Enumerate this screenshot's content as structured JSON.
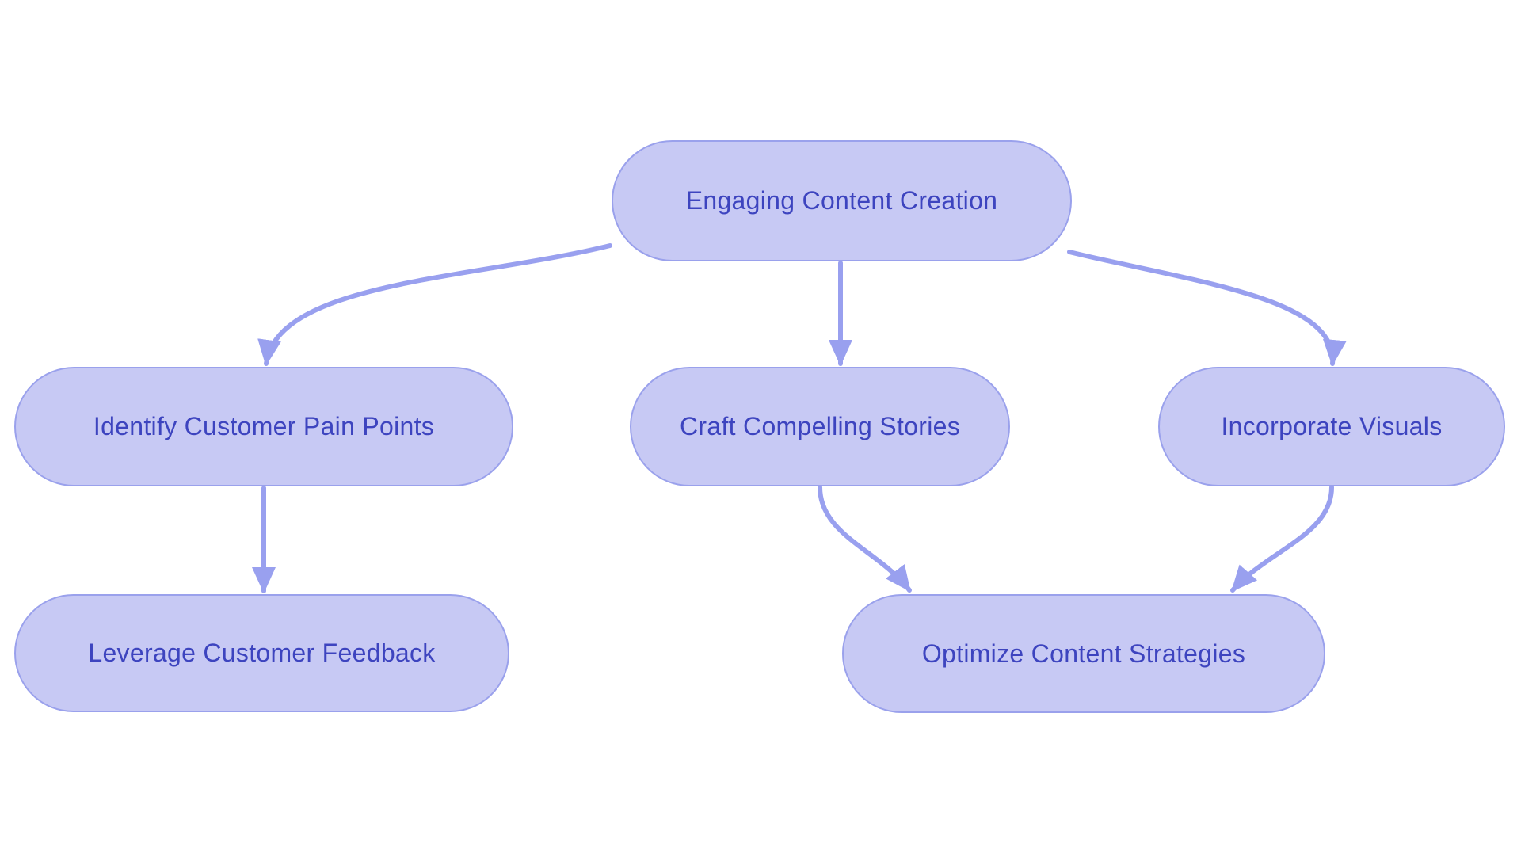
{
  "diagram": {
    "type": "flowchart",
    "background_color": "#ffffff",
    "node_fill_color": "#c7c9f4",
    "node_border_color": "#9aa1ec",
    "node_text_color": "#3d44bf",
    "arrow_color": "#99a0ef",
    "nodes": [
      {
        "id": "engaging-content-creation",
        "label": "Engaging Content Creation"
      },
      {
        "id": "identify-customer-pain-points",
        "label": "Identify Customer Pain Points"
      },
      {
        "id": "craft-compelling-stories",
        "label": "Craft Compelling Stories"
      },
      {
        "id": "incorporate-visuals",
        "label": "Incorporate Visuals"
      },
      {
        "id": "leverage-customer-feedback",
        "label": "Leverage Customer Feedback"
      },
      {
        "id": "optimize-content-strategies",
        "label": "Optimize Content Strategies"
      }
    ],
    "edges": [
      {
        "from": "engaging-content-creation",
        "to": "identify-customer-pain-points"
      },
      {
        "from": "engaging-content-creation",
        "to": "craft-compelling-stories"
      },
      {
        "from": "engaging-content-creation",
        "to": "incorporate-visuals"
      },
      {
        "from": "identify-customer-pain-points",
        "to": "leverage-customer-feedback"
      },
      {
        "from": "craft-compelling-stories",
        "to": "optimize-content-strategies"
      },
      {
        "from": "incorporate-visuals",
        "to": "optimize-content-strategies"
      }
    ]
  }
}
